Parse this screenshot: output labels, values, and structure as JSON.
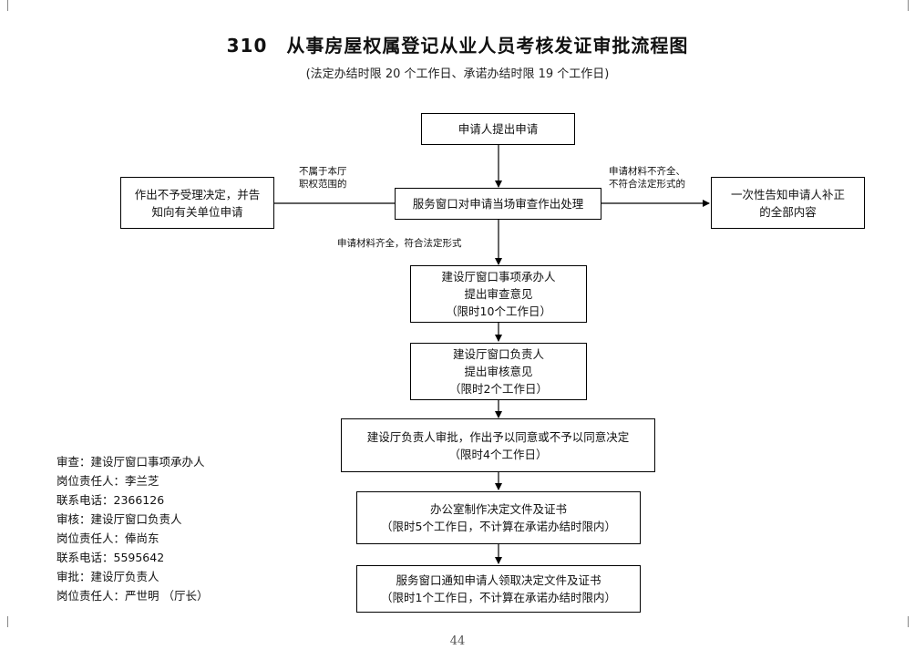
{
  "header": {
    "title": "310　从事房屋权属登记从业人员考核发证审批流程图",
    "subtitle": "(法定办结时限 20 个工作日、承诺办结时限 19 个工作日)"
  },
  "flow": {
    "apply": "申请人提出申请",
    "window_review": "服务窗口对申请当场审查作出处理",
    "reject": [
      "作出不予受理决定，并告",
      "知向有关单位申请"
    ],
    "notify_supplement": [
      "一次性告知申请人补正",
      "的全部内容"
    ],
    "handler": [
      "建设厅窗口事项承办人",
      "提出审查意见",
      "（限时10个工作日）"
    ],
    "responsible": [
      "建设厅窗口负责人",
      "提出审核意见",
      "（限时2个工作日）"
    ],
    "approval": [
      "建设厅负责人审批，作出予以同意或不予以同意决定",
      "（限时4个工作日）"
    ],
    "office": [
      "办公室制作决定文件及证书",
      "（限时5个工作日，不计算在承诺办结时限内）"
    ],
    "collect": [
      "服务窗口通知申请人领取决定文件及证书",
      "（限时1个工作日，不计算在承诺办结时限内）"
    ]
  },
  "edge_labels": {
    "not_in_scope": [
      "不属于本厅",
      "职权范围的"
    ],
    "incomplete": [
      "申请材料不齐全、",
      "不符合法定形式的"
    ],
    "complete": "申请材料齐全，符合法定形式"
  },
  "contacts": [
    "审查：建设厅窗口事项承办人",
    "岗位责任人：李兰芝",
    "联系电话：2366126",
    "审核：建设厅窗口负责人",
    "岗位责任人：俸尚东",
    "联系电话：5595642",
    "审批：建设厅负责人",
    "岗位责任人：严世明 （厅长）"
  ],
  "footer": {
    "page_number": "44"
  }
}
